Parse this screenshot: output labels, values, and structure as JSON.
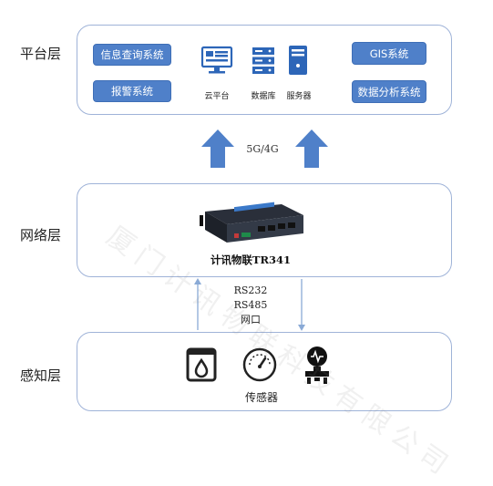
{
  "layers": {
    "platform": "平台层",
    "network": "网络层",
    "perception": "感知层"
  },
  "platform": {
    "left_buttons": [
      "信息查询系统",
      "报警系统"
    ],
    "right_buttons": [
      "GIS系统",
      "数据分析系统"
    ],
    "icons": [
      {
        "icon": "cloud-platform-icon",
        "label": "云平台"
      },
      {
        "icon": "database-icon",
        "label": "数据库"
      },
      {
        "icon": "server-icon",
        "label": "服务器"
      }
    ]
  },
  "network": {
    "uplink": "5G/4G",
    "device_name": "计讯物联TR341",
    "protocols": [
      "RS232",
      "RS485",
      "网口"
    ]
  },
  "perception": {
    "icons": [
      "water-sensor-icon",
      "gauge-icon",
      "pressure-sensor-icon"
    ],
    "label": "传感器"
  },
  "watermark": "厦门计讯物联科技有限公司",
  "colors": {
    "accent": "#4f80c9",
    "panel_border": "#9fb3d8",
    "arrow": "#4f80c9",
    "connector": "#8aaad6"
  }
}
